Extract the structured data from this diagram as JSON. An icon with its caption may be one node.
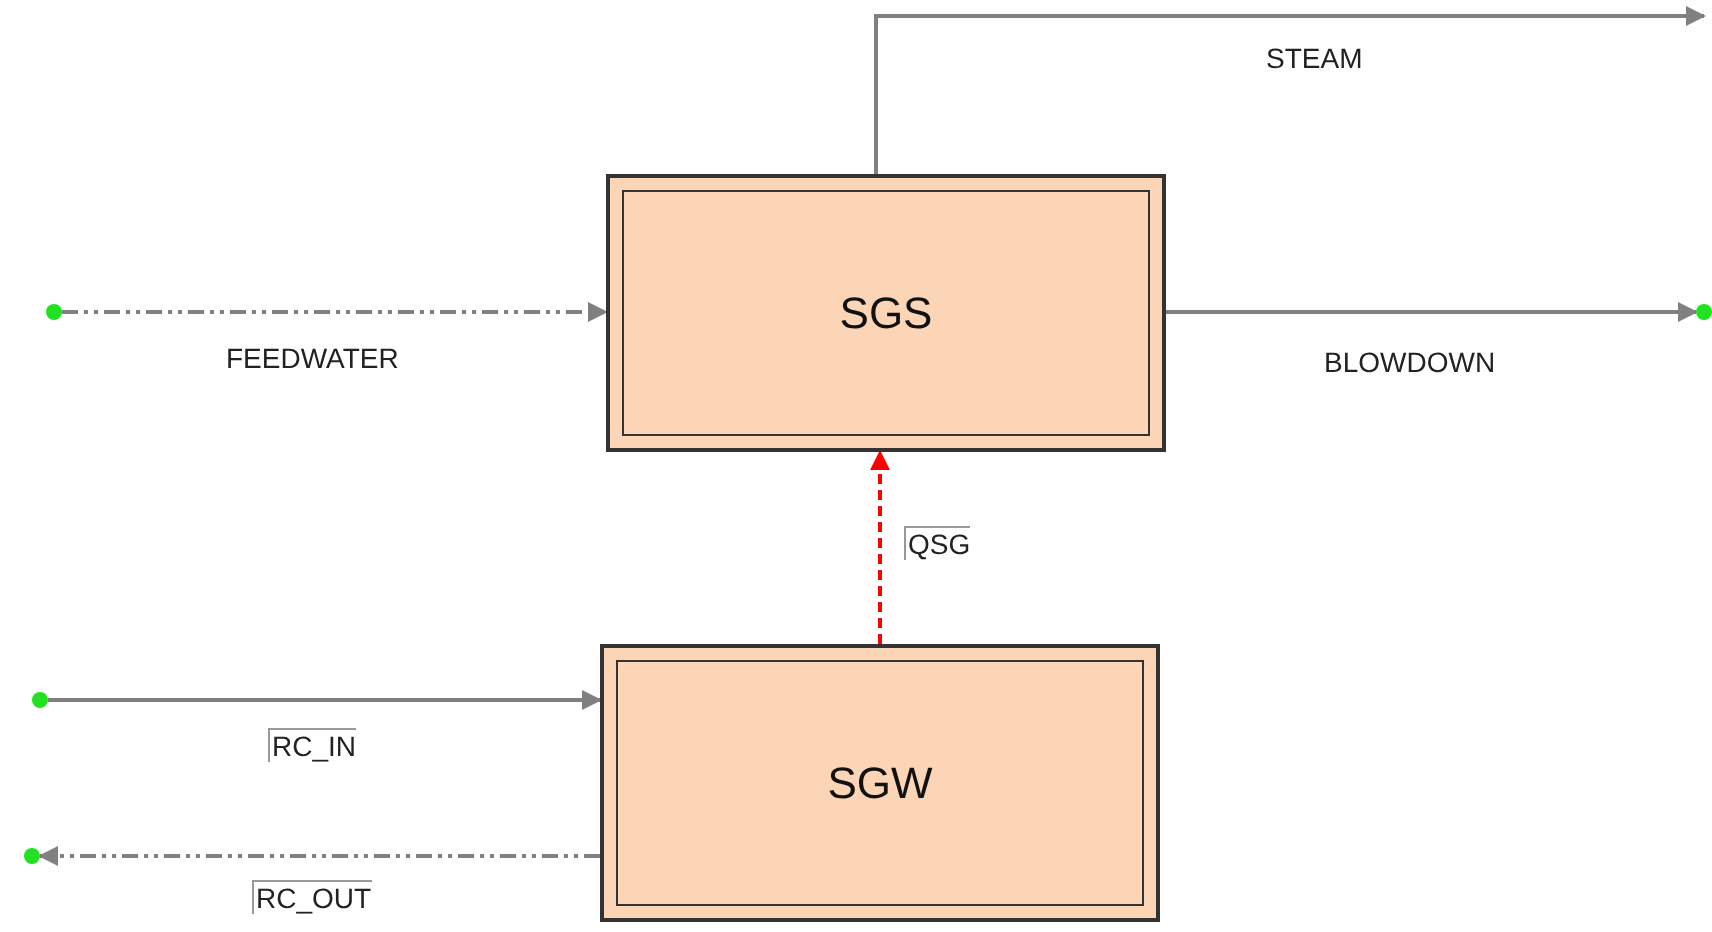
{
  "diagram": {
    "nodes": [
      {
        "text": [
          "SGS"
        ]
      },
      {
        "text": [
          "SGW"
        ]
      },
      {
        "text": [],
        "shape": "circle"
      },
      {
        "text": [],
        "shape": "circle"
      },
      {
        "text": [],
        "shape": "circle"
      },
      {
        "text": [],
        "shape": "circle"
      }
    ],
    "edges": [
      {
        "from": 2,
        "to": 0,
        "arrow": "to",
        "label": "FEEDWATER",
        "style": "dashed"
      },
      {
        "from": 0,
        "to": null,
        "arrow": "to",
        "label": "STEAM"
      },
      {
        "from": 0,
        "to": 3,
        "arrow": "to",
        "label": "BLOWDOWN"
      },
      {
        "from": 1,
        "to": 0,
        "arrow": "to",
        "label": "QSG",
        "style": "dashed",
        "color": "#ff0000"
      },
      {
        "from": 4,
        "to": 1,
        "arrow": "to",
        "label": "RC_IN"
      },
      {
        "from": 1,
        "to": 5,
        "arrow": "to",
        "label": "RC_OUT",
        "style": "dashed"
      }
    ]
  }
}
